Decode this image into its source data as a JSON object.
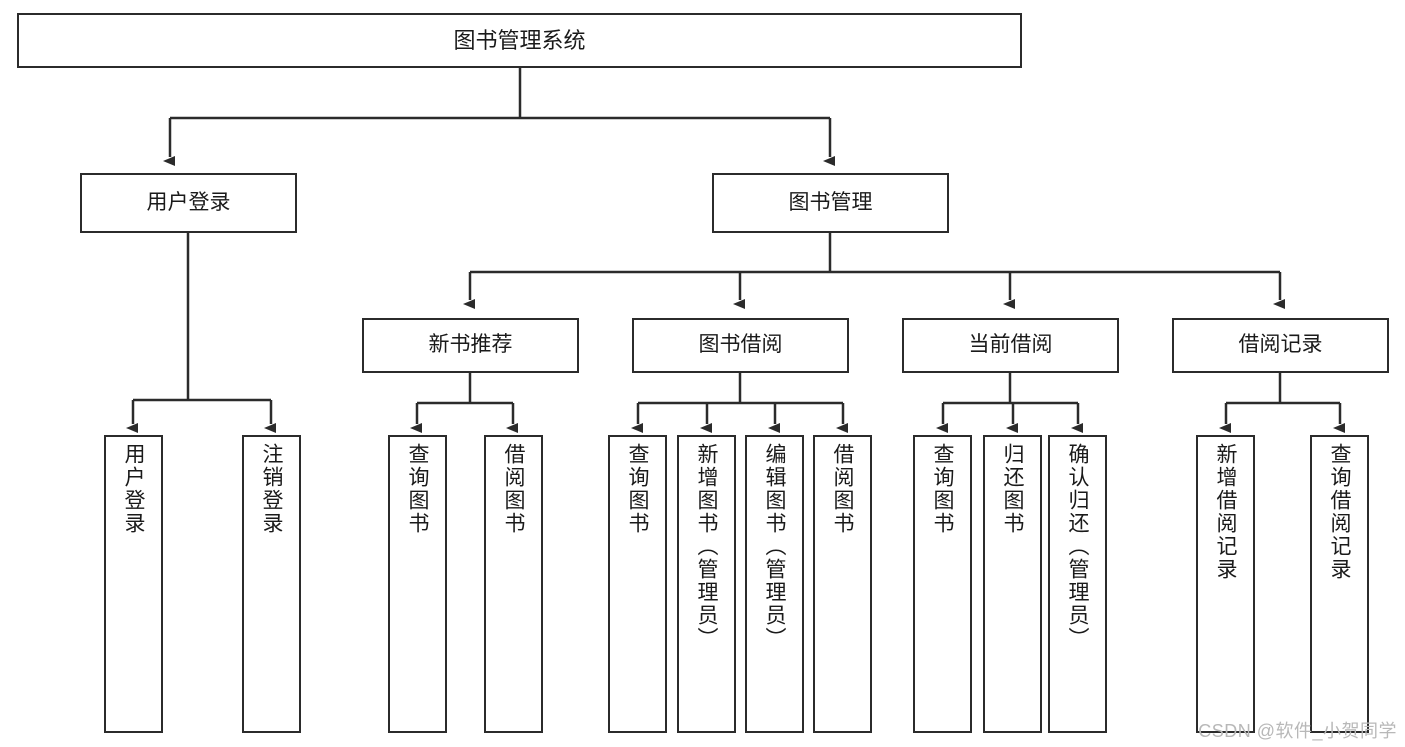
{
  "diagram": {
    "title": "图书管理系统",
    "type": "tree",
    "watermark": "CSDN @软件_小贺同学",
    "colors": {
      "border": "#2b2b2b",
      "background": "#ffffff",
      "text": "#1a1a1a",
      "watermark": "#b8b8b8"
    },
    "nodes": {
      "root": {
        "label": "图书管理系统",
        "level": 1
      },
      "level2": [
        {
          "id": "user-login",
          "label": "用户登录"
        },
        {
          "id": "book-manage",
          "label": "图书管理"
        }
      ],
      "level3": [
        {
          "id": "new-book-recommend",
          "label": "新书推荐",
          "parent": "book-manage"
        },
        {
          "id": "book-borrow",
          "label": "图书借阅",
          "parent": "book-manage"
        },
        {
          "id": "current-borrow",
          "label": "当前借阅",
          "parent": "book-manage"
        },
        {
          "id": "borrow-record",
          "label": "借阅记录",
          "parent": "book-manage"
        }
      ],
      "leaves": [
        {
          "id": "leaf-user-login",
          "label": "用户登录",
          "parent": "user-login"
        },
        {
          "id": "leaf-logout-login",
          "label": "注销登录",
          "parent": "user-login"
        },
        {
          "id": "leaf-query-book-1",
          "label": "查询图书",
          "parent": "new-book-recommend"
        },
        {
          "id": "leaf-borrow-book-1",
          "label": "借阅图书",
          "parent": "new-book-recommend"
        },
        {
          "id": "leaf-query-book-2",
          "label": "查询图书",
          "parent": "book-borrow"
        },
        {
          "id": "leaf-add-book",
          "label": "新增图书（管理员）",
          "parent": "book-borrow"
        },
        {
          "id": "leaf-edit-book",
          "label": "编辑图书（管理员）",
          "parent": "book-borrow"
        },
        {
          "id": "leaf-borrow-book-2",
          "label": "借阅图书",
          "parent": "book-borrow"
        },
        {
          "id": "leaf-query-book-3",
          "label": "查询图书",
          "parent": "current-borrow"
        },
        {
          "id": "leaf-return-book",
          "label": "归还图书",
          "parent": "current-borrow"
        },
        {
          "id": "leaf-confirm-return",
          "label": "确认归还（管理员）",
          "parent": "current-borrow"
        },
        {
          "id": "leaf-add-record",
          "label": "新增借阅记录",
          "parent": "borrow-record"
        },
        {
          "id": "leaf-query-record",
          "label": "查询借阅记录",
          "parent": "borrow-record"
        }
      ]
    }
  }
}
